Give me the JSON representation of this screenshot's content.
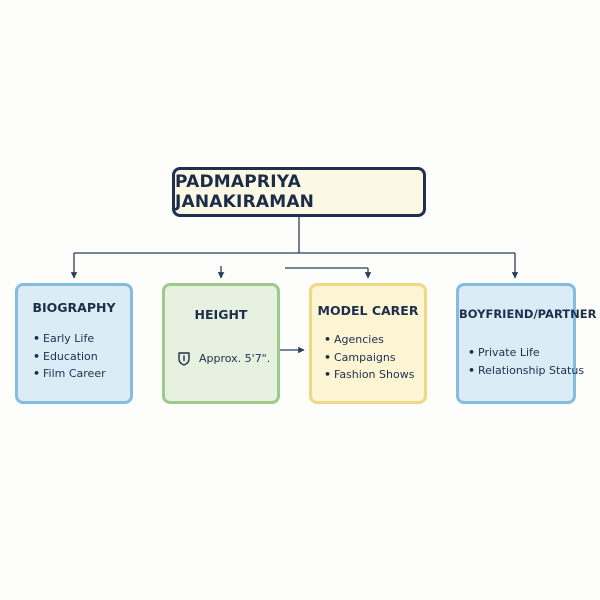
{
  "title": "PADMAPRIYA JANAKIRAMAN",
  "cards": [
    {
      "heading": "BIOGRAPHY",
      "items": [
        "Early Life",
        "Education",
        "Film Career"
      ]
    },
    {
      "heading": "HEIGHT",
      "icon": "ruler-shield-icon",
      "value": "Approx. 5'7\"."
    },
    {
      "heading": "MODEL CARER",
      "items": [
        "Agencies",
        "Campaigns",
        "Fashion Shows"
      ]
    },
    {
      "heading": "BOYFRIEND/PARTNER",
      "items": [
        "Private Life",
        "Relationship Status"
      ]
    }
  ],
  "colors": {
    "title_border": "#1f3150",
    "title_fill": "#fbf8e6",
    "connector": "#2a3d5c",
    "blue_border": "#83bde0",
    "blue_fill": "#dcecf6",
    "green_border": "#9fc88a",
    "green_fill": "#e6f1e0",
    "yellow_border": "#f0d986",
    "yellow_fill": "#fdf4d4"
  }
}
